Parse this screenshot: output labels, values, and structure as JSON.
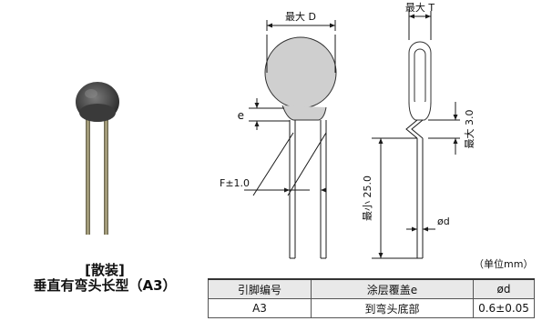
{
  "caption": {
    "title": "[散装]",
    "subtitle": "垂直有弯头长型（A3）"
  },
  "dimensions": {
    "max_d": "最大 D",
    "max_t": "最大 T",
    "e": "e",
    "f": "F±1.0",
    "max_3": "最大 3.0",
    "min_25": "最小 25.0",
    "od": "ød"
  },
  "unit_note": "（单位mm）",
  "table": {
    "headers": [
      "引脚编号",
      "涂层覆盖e",
      "ød"
    ],
    "rows": [
      [
        "A3",
        "到弯头底部",
        "0.6±0.05"
      ]
    ]
  },
  "colors": {
    "line": "#1a1a1a",
    "fill": "#ffffff",
    "header_bg": "#e9e9e9"
  }
}
